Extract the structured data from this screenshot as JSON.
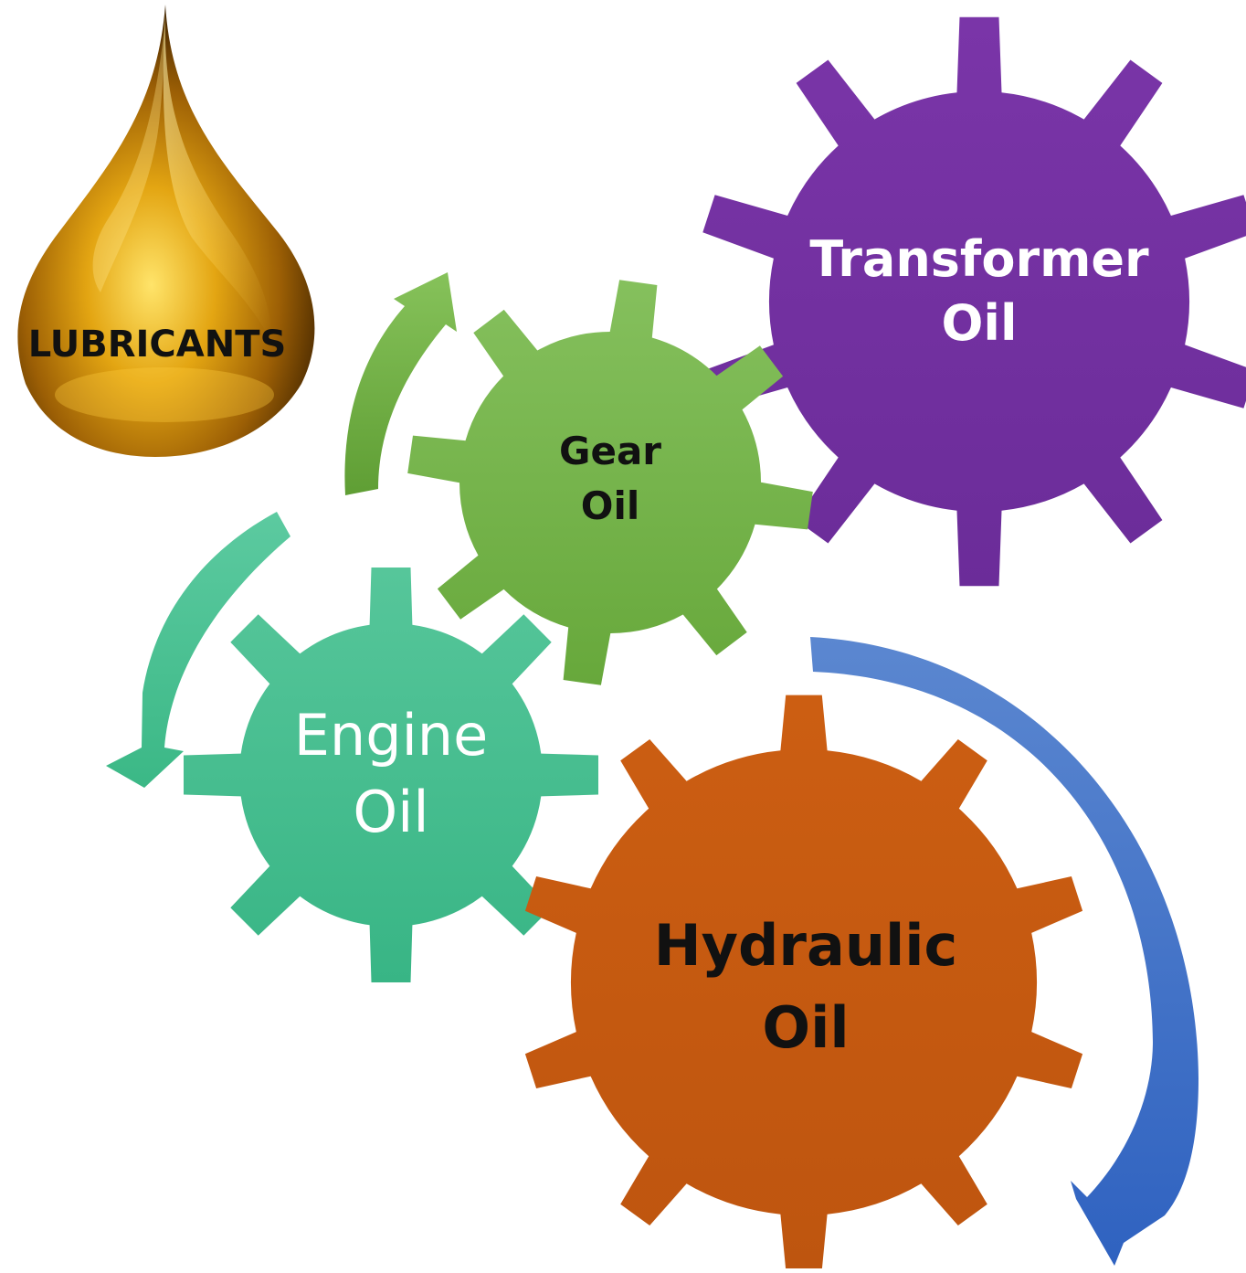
{
  "drop": {
    "label": "LUBRICANTS"
  },
  "gears": {
    "transformer": {
      "line1": "Transformer",
      "line2": "Oil",
      "color": "#7030A0",
      "text_color": "#FFFFFF"
    },
    "gear": {
      "line1": "Gear",
      "line2": "Oil",
      "color": "#72AE48",
      "text_color": "#111111"
    },
    "engine": {
      "line1": "Engine",
      "line2": "Oil",
      "color": "#43C08F",
      "text_color": "#FFFFFF"
    },
    "hydraulic": {
      "line1": "Hydraulic",
      "line2": "Oil",
      "color": "#C55A11",
      "text_color": "#111111"
    }
  },
  "arrows": {
    "green": "#70AD47",
    "teal": "#49C295",
    "blue": "#4472C4"
  }
}
